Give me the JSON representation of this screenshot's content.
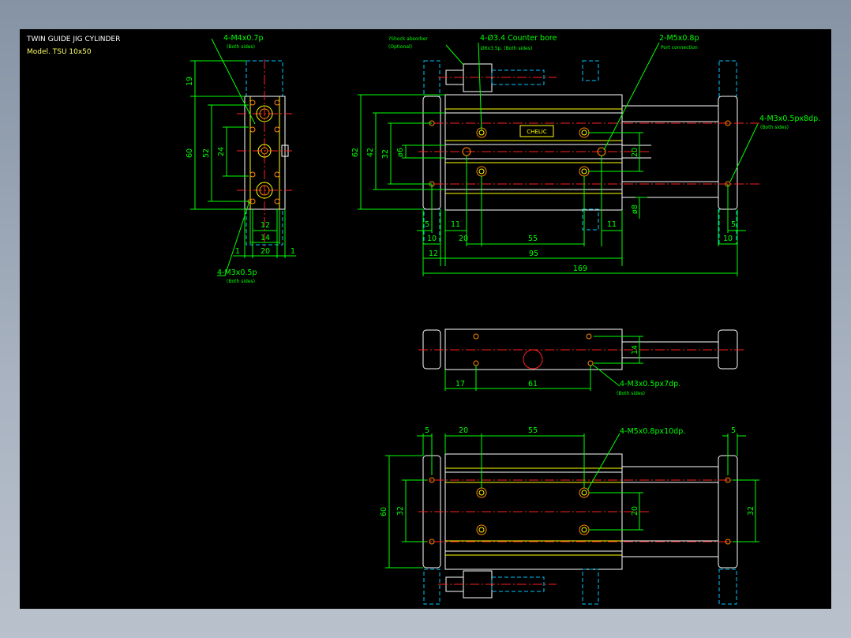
{
  "title": "TWIN GUIDE JIG CYLINDER",
  "model": "Model. TSU 10x50",
  "colors": {
    "background": "#000000",
    "outline": "#ffffff",
    "dimension": "#00ff00",
    "centerline": "#ff2020",
    "hidden": "#00c8ff",
    "rail": "#ffff00",
    "holes": "#ff8800"
  },
  "labels": {
    "m4_top": "4-M4x0.7p",
    "both_sides_a": "(Both sides)",
    "m3_left": "4-M3x0.5p",
    "both_sides_b": "(Both sides)",
    "shock": "?Shock absorber",
    "optional": "(Optional)",
    "counter": "4-Ø3.4 Counter bore",
    "counter2": "Ø6x3.5p. (Both sides)",
    "m5_top": "2-M5x0.8p",
    "port": "Port connection",
    "m3_right": "4-M3x0.5px8dp.",
    "both_sides_c": "(Both sides)",
    "m3_mid": "4-M3x0.5px7dp.",
    "both_sides_d": "(Both sides)",
    "m5_bottom": "4-M5x0.8px10dp.",
    "nameplate": "CHELIC"
  },
  "dims": {
    "side_19": "19",
    "side_60": "60",
    "side_52": "52",
    "side_24": "24",
    "side_12": "12",
    "side_14": "14",
    "side_20": "20",
    "side_1a": "1",
    "side_1b": "1",
    "f_62": "62",
    "f_42": "42",
    "f_32": "32",
    "f_d6": "ø6",
    "f_20v": "20",
    "f_d8": "ø8",
    "f_5a": "5",
    "f_11a": "11",
    "f_11b": "11",
    "f_5b": "5",
    "f_10a": "10",
    "f_20h": "20",
    "f_55": "55",
    "f_10b": "10",
    "f_12": "12",
    "f_95": "95",
    "f_169": "169",
    "m_14": "14",
    "m_17": "17",
    "m_61": "61",
    "b_5a": "5",
    "b_20": "20",
    "b_55": "55",
    "b_5b": "5",
    "b_60": "60",
    "b_32a": "32",
    "b_20v": "20",
    "b_32b": "32"
  }
}
